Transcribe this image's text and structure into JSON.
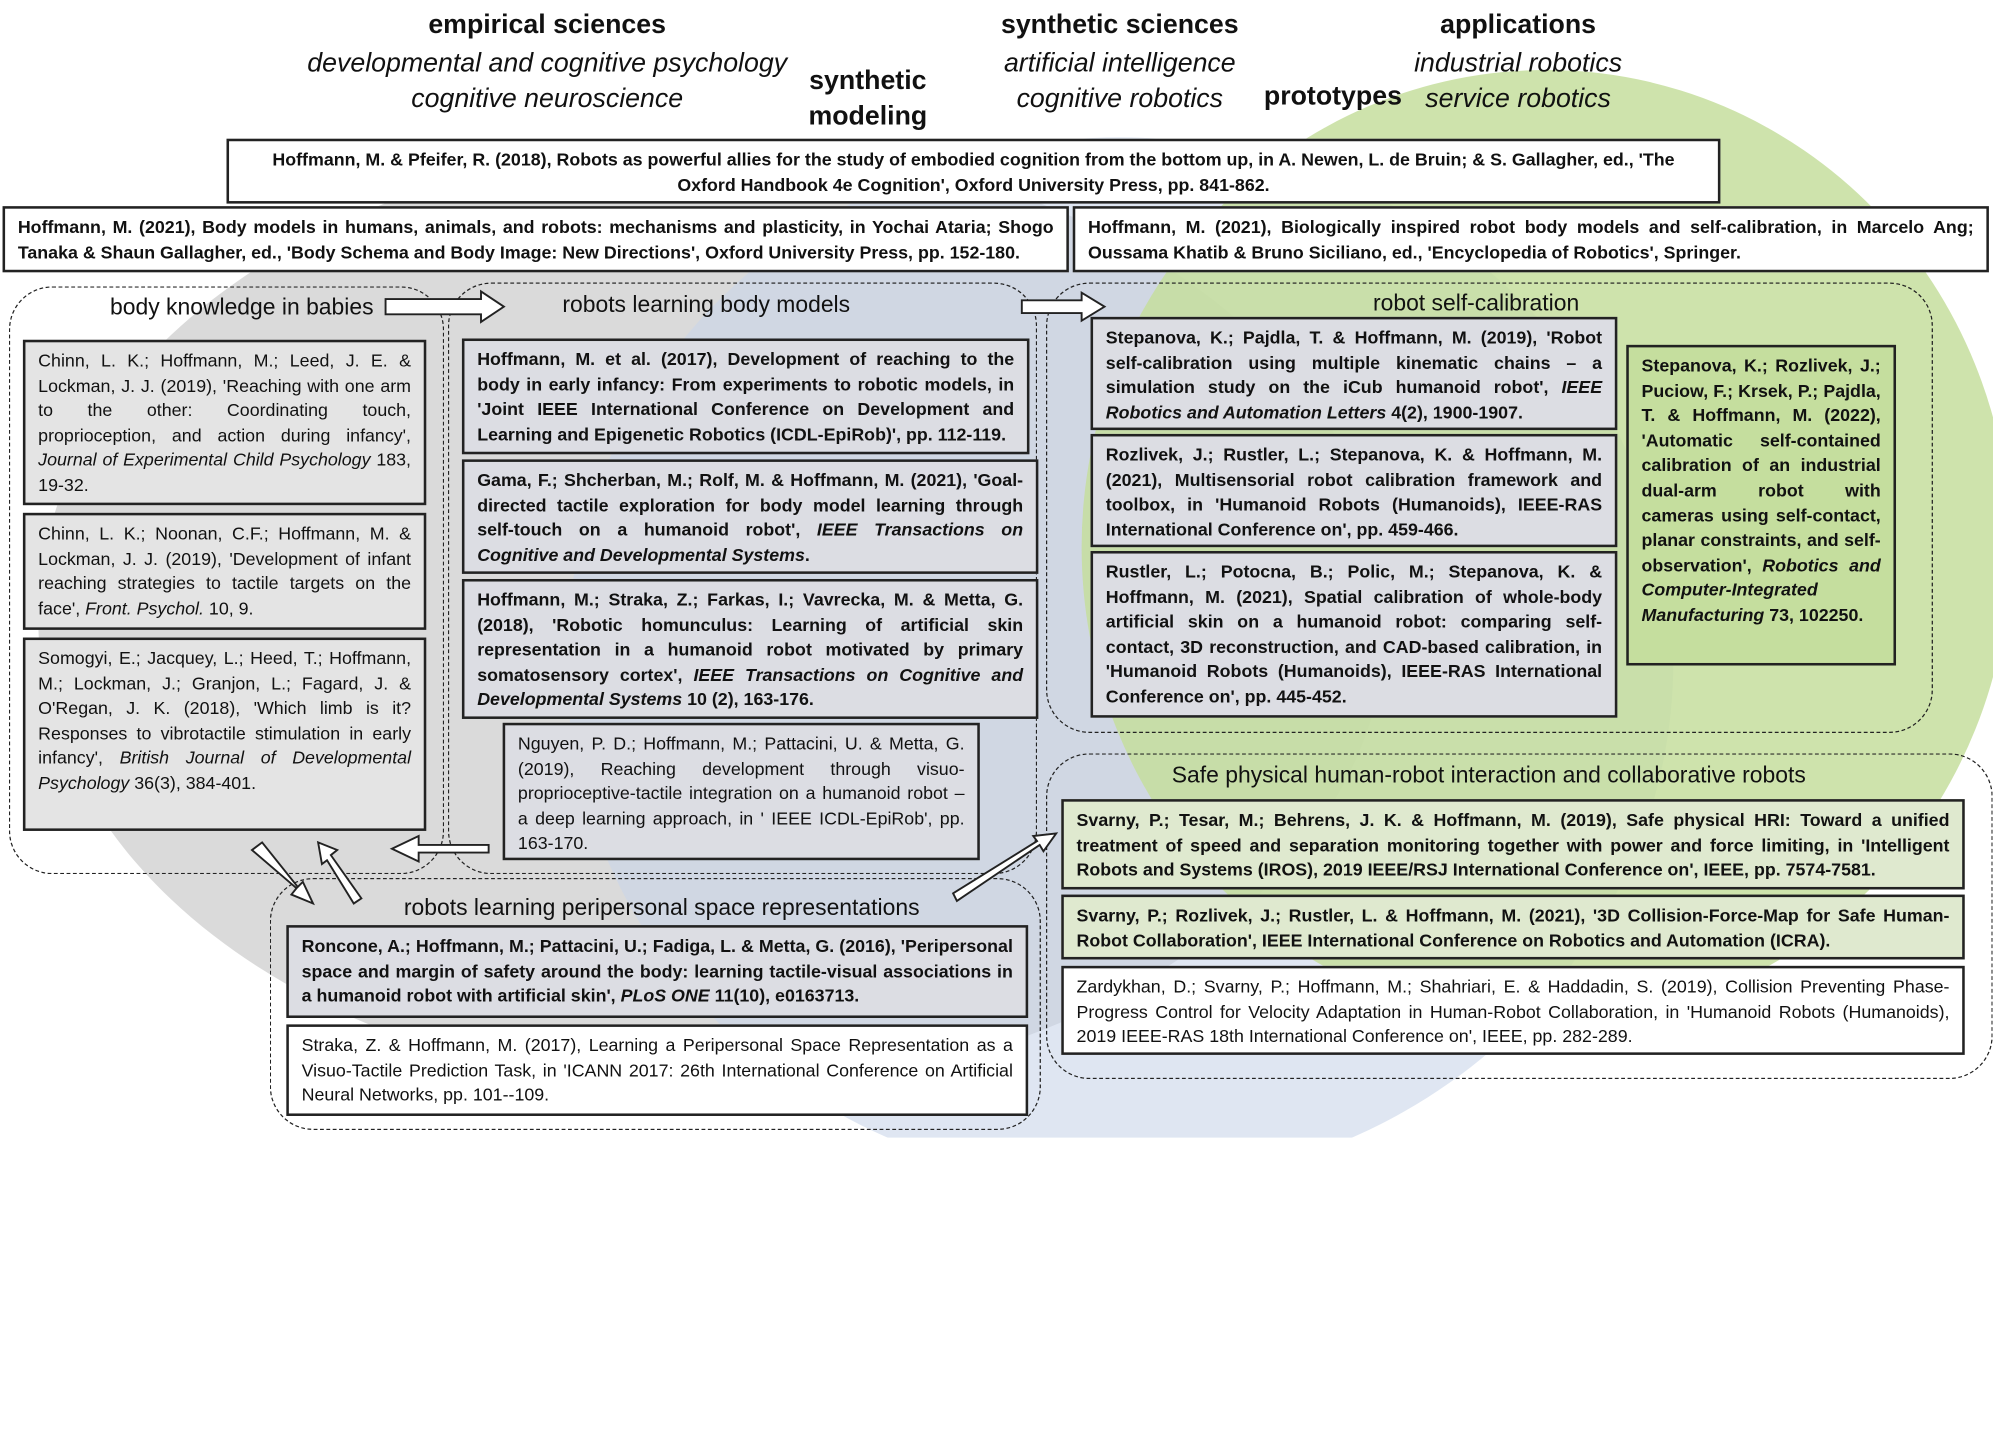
{
  "headers": {
    "empirical": {
      "title": "empirical sciences",
      "line1": "developmental and cognitive psychology",
      "line2": "cognitive neuroscience"
    },
    "synthetic_modeling": {
      "line1": "synthetic",
      "line2": "modeling"
    },
    "synthetic": {
      "title": "synthetic sciences",
      "line1": "artificial intelligence",
      "line2": "cognitive robotics"
    },
    "prototypes": "prototypes",
    "applications": {
      "title": "applications",
      "line1": "industrial robotics",
      "line2": "service robotics"
    }
  },
  "top_refs": {
    "pfeifer": "Hoffmann, M. & Pfeifer, R. (2018), Robots as powerful allies for the study of embodied cognition from the bottom up, in A. Newen, L. de Bruin;  & S. Gallagher, ed., 'The Oxford Handbook 4e Cognition', Oxford University Press, pp. 841-862.",
    "body_models": "Hoffmann, M. (2021), Body models in humans, animals, and robots: mechanisms and plasticity, in Yochai Ataria; Shogo Tanaka & Shaun Gallagher, ed., 'Body Schema and Body Image: New Directions', Oxford University Press, pp. 152-180.",
    "bio_inspired": "Hoffmann, M. (2021), Biologically inspired robot body models and self-calibration, in Marcelo Ang; Oussama Khatib & Bruno Siciliano, ed., 'Encyclopedia of Robotics', Springer."
  },
  "groups": {
    "babies": {
      "title": "body knowledge in babies",
      "refs": [
        {
          "pre": "Chinn, L. K.; Hoffmann, M.; Leed, J. E. & Lockman, J. J. (2019), 'Reaching with one arm to the other: Coordinating touch, proprioception, and action during infancy', ",
          "italic": "Journal of Experimental Child Psychology",
          "post": " 183, 19-32."
        },
        {
          "pre": "Chinn, L. K.; Noonan, C.F.; Hoffmann, M. & Lockman, J. J. (2019), 'Development of infant reaching strategies to tactile targets on the face', ",
          "italic": "Front. Psychol.",
          "post": " 10, 9."
        },
        {
          "pre": "Somogyi, E.; Jacquey, L.; Heed, T.; Hoffmann, M.; Lockman, J.; Granjon, L.; Fagard, J. & O'Regan, J. K. (2018), 'Which limb is it? Responses to vibrotactile stimulation in early infancy', ",
          "italic": "British Journal of Developmental Psychology",
          "post": " 36(3), 384-401."
        }
      ]
    },
    "robots_body": {
      "title": "robots learning body models",
      "refs": [
        {
          "pre": "Hoffmann, M. et al. (2017), Development of reaching to the body in early infancy: From experiments to robotic models, in 'Joint IEEE International Conference on Development and Learning and Epigenetic Robotics (ICDL-EpiRob)', pp. 112-119.",
          "italic": "",
          "post": ""
        },
        {
          "pre": "Gama, F.; Shcherban, M.; Rolf, M. & Hoffmann, M. (2021), 'Goal-directed tactile exploration for body model learning through self-touch on a humanoid robot', ",
          "italic": "IEEE Transactions on Cognitive and Developmental Systems",
          "post": "."
        },
        {
          "pre": "Hoffmann, M.; Straka, Z.; Farkas, I.; Vavrecka, M. & Metta, G. (2018), 'Robotic homunculus: Learning of artificial skin representation in a humanoid robot motivated by primary somatosensory cortex', ",
          "italic": "IEEE Transactions on Cognitive and Developmental Systems",
          "post": " 10 (2), 163-176."
        },
        {
          "pre": "Nguyen, P. D.; Hoffmann, M.; Pattacini, U. & Metta, G. (2019), Reaching development through visuo-proprioceptive-tactile integration on a humanoid robot – a deep learning approach, in ' IEEE ICDL-EpiRob', pp. 163-170.",
          "italic": "",
          "post": ""
        }
      ]
    },
    "self_calibration": {
      "title": "robot self-calibration",
      "refs": [
        {
          "pre": "Stepanova, K.; Pajdla, T. & Hoffmann, M. (2019), 'Robot self-calibration using multiple kinematic chains – a simulation study on the iCub humanoid robot', ",
          "italic": "IEEE Robotics and Automation Letters",
          "post": " 4(2), 1900-1907."
        },
        {
          "pre": "Rozlivek, J.; Rustler, L.; Stepanova, K. & Hoffmann, M. (2021), Multisensorial robot calibration framework and toolbox, in 'Humanoid Robots (Humanoids), IEEE-RAS International Conference on', pp. 459-466.",
          "italic": "",
          "post": ""
        },
        {
          "pre": "Rustler, L.; Potocna, B.; Polic, M.; Stepanova, K. & Hoffmann, M. (2021), Spatial calibration of whole-body artificial skin on a humanoid robot: comparing self-contact, 3D reconstruction, and CAD-based calibration, in 'Humanoid Robots (Humanoids), IEEE-RAS International Conference on', pp. 445-452.",
          "italic": "",
          "post": ""
        },
        {
          "pre": "Stepanova, K.; Rozlivek, J.; Puciow, F.; Krsek, P.; Pajdla, T. & Hoffmann, M. (2022), 'Automatic self-contained calibration of an industrial dual-arm robot with cameras using self-contact, planar constraints, and self-observation', ",
          "italic": "Robotics and Computer-Integrated Manufacturing",
          "post": " 73, 102250."
        }
      ]
    },
    "peripersonal": {
      "title": "robots learning peripersonal space representations",
      "refs": [
        {
          "pre": "Roncone, A.; Hoffmann, M.; Pattacini, U.; Fadiga, L. & Metta, G. (2016), 'Peripersonal space and margin of safety around the body: learning tactile-visual associations in a humanoid robot with artificial skin', ",
          "italic": "PLoS ONE",
          "post": " 11(10), e0163713."
        },
        {
          "pre": "Straka, Z. & Hoffmann, M. (2017), Learning a Peripersonal Space Representation as a Visuo-Tactile Prediction Task, in 'ICANN 2017: 26th International Conference on Artificial Neural Networks, pp. 101--109.",
          "italic": "",
          "post": ""
        }
      ]
    },
    "safe_hri": {
      "title": "Safe physical human-robot interaction and collaborative robots",
      "refs": [
        {
          "pre": "Svarny, P.; Tesar, M.; Behrens, J. K. & Hoffmann, M. (2019), Safe physical HRI: Toward a unified treatment of speed and separation monitoring together with power and force limiting, in 'Intelligent Robots and Systems (IROS), 2019 IEEE/RSJ International Conference on', IEEE, pp. 7574-7581.",
          "italic": "",
          "post": ""
        },
        {
          "pre": "Svarny, P.; Rozlivek, J.; Rustler, L. & Hoffmann, M. (2021), '3D Collision-Force-Map for Safe Human-Robot Collaboration', IEEE International Conference on Robotics and Automation (ICRA).",
          "italic": "",
          "post": ""
        },
        {
          "pre": "Zardykhan, D.; Svarny, P.; Hoffmann, M.; Shahriari, E. & Haddadin, S. (2019), Collision Preventing Phase-Progress Control for Velocity Adaptation in Human-Robot Collaboration, in 'Humanoid Robots (Humanoids), 2019 IEEE-RAS 18th International Conference on', IEEE, pp. 282-289.",
          "italic": "",
          "post": ""
        }
      ]
    }
  },
  "colors": {
    "grey_ellipse": "#d4d4d4",
    "blue_ellipse": "#c9d6ea",
    "green_ellipse": "#c5de9e",
    "box_grey": "#e4e4e4",
    "border": "#222222"
  }
}
